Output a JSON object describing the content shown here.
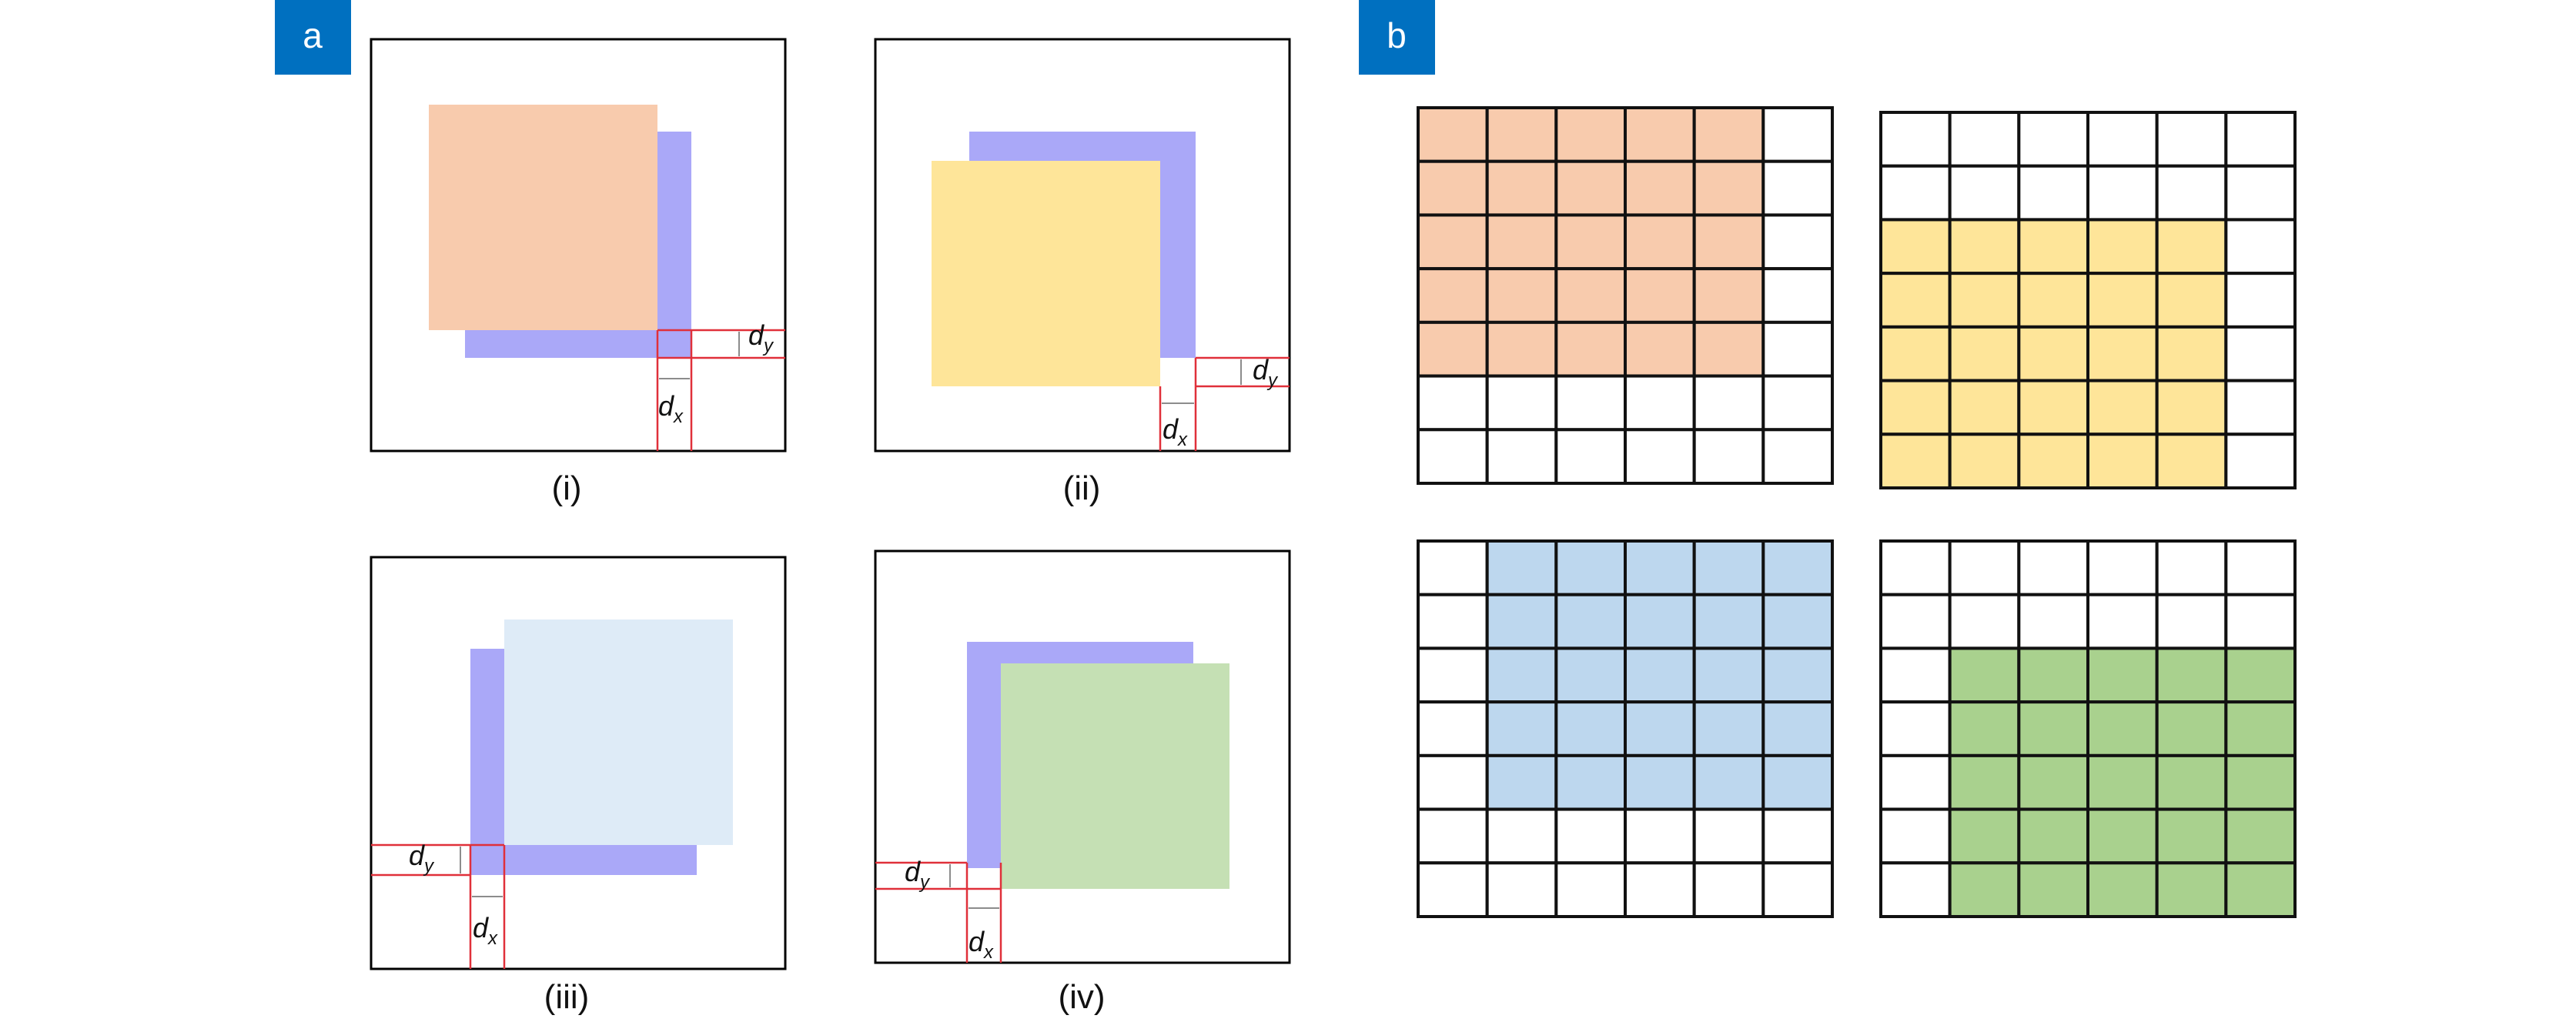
{
  "panels": {
    "a": {
      "label": "a"
    },
    "b": {
      "label": "b"
    }
  },
  "subfigures": [
    {
      "caption": "(i)",
      "moving_fill": "#f8cbad",
      "dx_label": "d",
      "dx_sub": "x",
      "dy_label": "d",
      "dy_sub": "y"
    },
    {
      "caption": "(ii)",
      "moving_fill": "#fee599",
      "dx_label": "d",
      "dx_sub": "x",
      "dy_label": "d",
      "dy_sub": "y"
    },
    {
      "caption": "(iii)",
      "moving_fill": "#deebf7",
      "dx_label": "d",
      "dx_sub": "x",
      "dy_label": "d",
      "dy_sub": "y"
    },
    {
      "caption": "(iv)",
      "moving_fill": "#c5e0b4",
      "dx_label": "d",
      "dx_sub": "x",
      "dy_label": "d",
      "dy_sub": "y"
    }
  ],
  "colors": {
    "badge": "#0070c0",
    "reference_square": "#aaa8f8",
    "offset_marker": "#e0303a",
    "grid_line": "#111111"
  },
  "grids": [
    {
      "rows": 7,
      "cols": 6,
      "fill": "#f8cbad",
      "filled_rows": [
        0,
        4
      ],
      "filled_cols": [
        0,
        4
      ]
    },
    {
      "rows": 7,
      "cols": 6,
      "fill": "#fee599",
      "filled_rows": [
        2,
        6
      ],
      "filled_cols": [
        0,
        4
      ]
    },
    {
      "rows": 7,
      "cols": 6,
      "fill": "#bdd7ee",
      "filled_rows": [
        0,
        4
      ],
      "filled_cols": [
        1,
        5
      ]
    },
    {
      "rows": 7,
      "cols": 6,
      "fill": "#a9d18e",
      "filled_rows": [
        2,
        6
      ],
      "filled_cols": [
        1,
        5
      ]
    }
  ]
}
